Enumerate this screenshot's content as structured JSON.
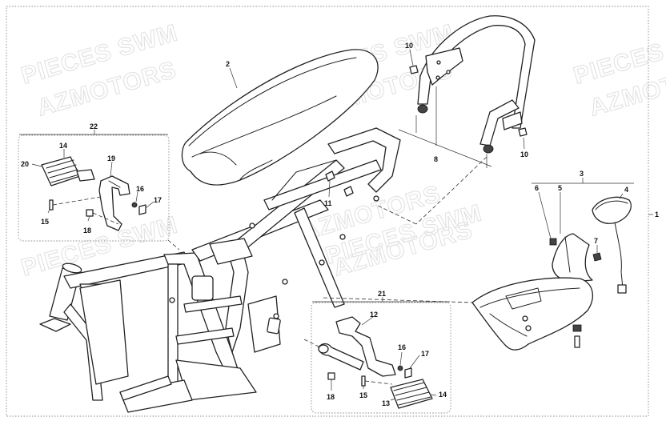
{
  "watermarks": [
    {
      "text": "PIECES SWM"
    },
    {
      "text": "AZMOTORS"
    },
    {
      "text": "PIECES SWM"
    },
    {
      "text": "AZMOTORS"
    },
    {
      "text": "PIECES SWM"
    },
    {
      "text": "AZMOTORS"
    },
    {
      "text": "PIECES SWM"
    },
    {
      "text": "AZMOTORS"
    },
    {
      "text": "PIECES SWM"
    },
    {
      "text": "AZMOTORS"
    }
  ],
  "callouts": {
    "c1": "1",
    "c2": "2",
    "c3": "3",
    "c4": "4",
    "c5": "5",
    "c6": "6",
    "c7": "7",
    "c8": "8",
    "c10a": "10",
    "c10b": "10",
    "c11": "11",
    "c22": "22",
    "c14a": "14",
    "c20": "20",
    "c19": "19",
    "c16a": "16",
    "c17a": "17",
    "c15a": "15",
    "c18a": "18",
    "c21": "21",
    "c12": "12",
    "c16b": "16",
    "c17b": "17",
    "c18b": "18",
    "c15b": "15",
    "c13": "13",
    "c14b": "14"
  }
}
